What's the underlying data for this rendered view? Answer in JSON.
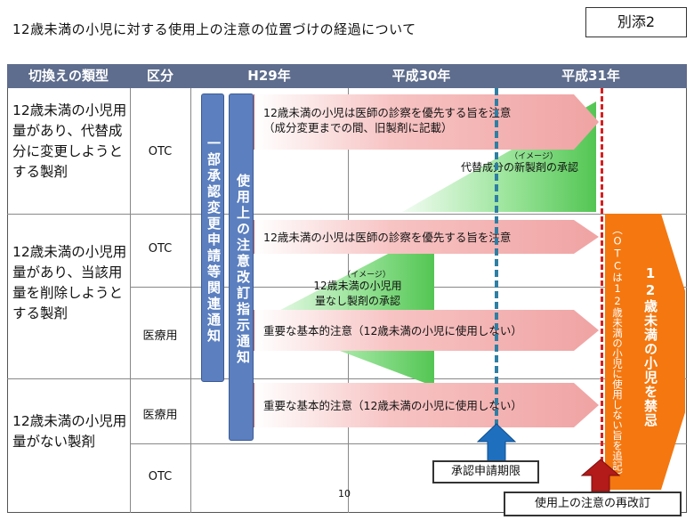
{
  "title": "12歳未満の小児に対する使用上の注意の位置づけの経過について",
  "annex": "別添2",
  "headers": {
    "type": "切換えの類型",
    "division": "区分",
    "h29": "H29年",
    "h30": "平成30年",
    "h31": "平成31年"
  },
  "types": [
    "12歳未満の小児用量があり、代替成分に変更しようとする製剤",
    "12歳未満の小児用量があり、当該用量を削除しようとする製剤",
    "12歳未満の小児用量がない製剤"
  ],
  "divisions": {
    "otc": "OTC",
    "medical": "医療用"
  },
  "notice_bars": {
    "partial_approval": "一部承認変更申請等関連通知",
    "revision": "使用上の注意改訂指示通知"
  },
  "arrows": {
    "a1_line1": "12歳未満の小児は医師の診察を優先する旨を注意",
    "a1_line2": "（成分変更までの間、旧製剤に記載）",
    "a2": "12歳未満の小児は医師の診察を優先する旨を注意",
    "a3": "重要な基本的注意（12歳未満の小児に使用しない）",
    "a4": "重要な基本的注意（12歳未満の小児に使用しない）"
  },
  "triangles": {
    "t1_image": "（イメージ）",
    "t1_label": "代替成分の新製剤の承認",
    "t2_image": "（イメージ）",
    "t2_label_line1": "12歳未満の小児用",
    "t2_label_line2": "量なし製剤の承認"
  },
  "orange_arrow": {
    "main": "12歳未満の小児を禁忌",
    "sub": "（OTCは12歳未満の小児に使用しない旨を追記）"
  },
  "deadline_box": "承認申請期限",
  "revision_box": "使用上の注意の再改訂",
  "page_number": "10",
  "colors": {
    "header": "#5e6d8d",
    "notice_bar": "#5b7fbf",
    "arrow_pink": "#f0a3a3",
    "triangle_green": "#53c653",
    "orange": "#f4770f",
    "deadline_line": "#2e7fa3",
    "revision_line": "#d62020",
    "blue_arrow": "#1f6fbf",
    "red_arrow": "#b31a1a"
  }
}
